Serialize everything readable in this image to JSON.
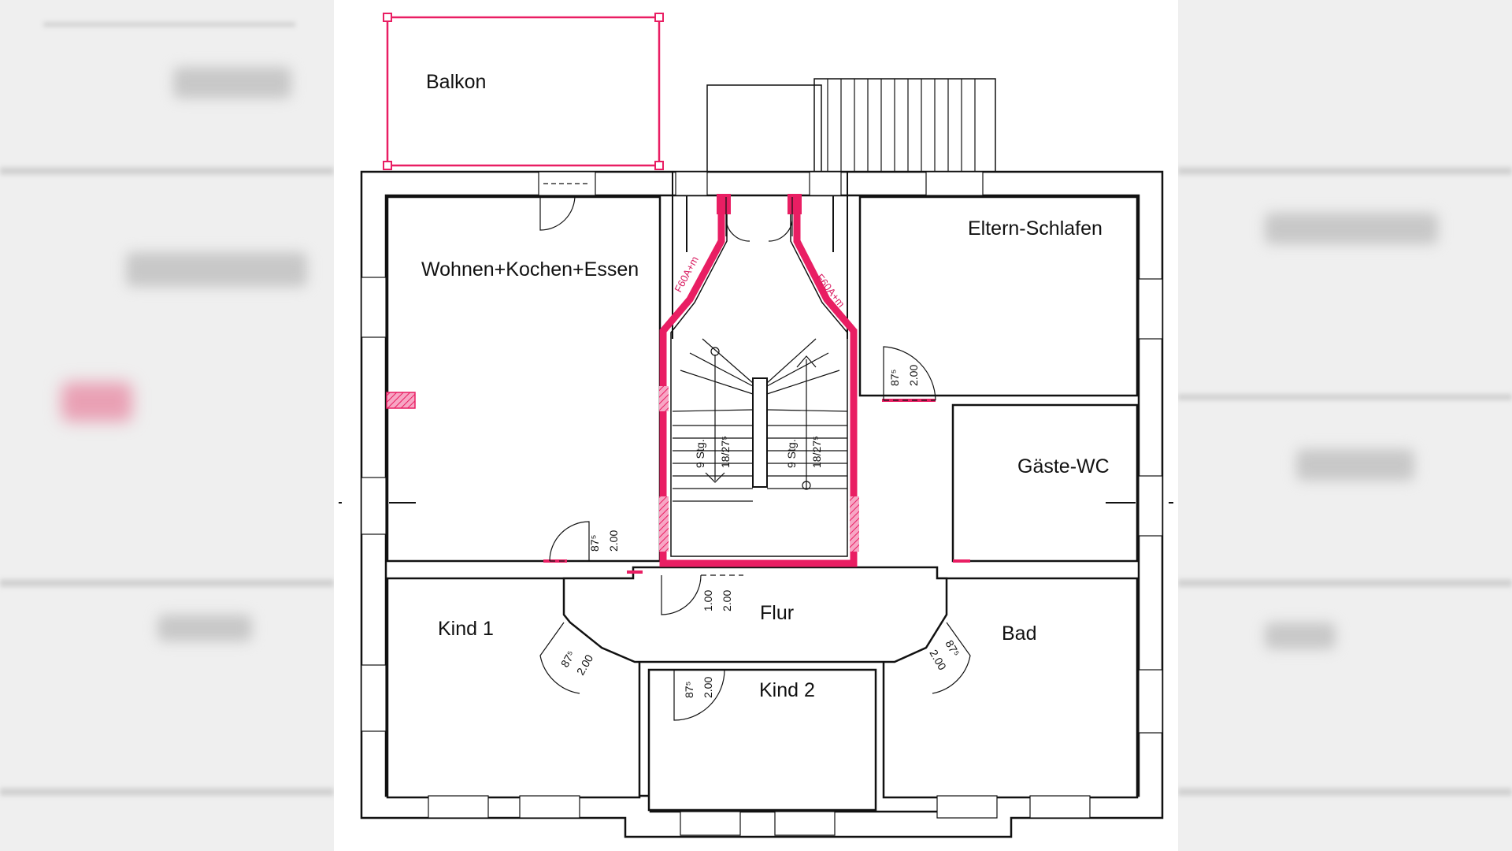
{
  "colors": {
    "wall": "#111111",
    "fire_wall": "#e91e63",
    "fire_fill": "#f7a6c4",
    "background": "#ffffff",
    "blur_backdrop": "#efefef"
  },
  "rooms": {
    "balkon": "Balkon",
    "wohnen": "Wohnen+Kochen+Essen",
    "eltern": "Eltern-Schlafen",
    "gaeste_wc": "Gäste-WC",
    "kind1": "Kind 1",
    "kind2": "Kind 2",
    "flur": "Flur",
    "bad": "Bad"
  },
  "fire_rating": {
    "left": "F60A+m",
    "right": "F60A+m"
  },
  "stairs": {
    "left_steps": "9 Stg.",
    "left_ratio": "18/27⁵",
    "right_steps": "9 Stg.",
    "right_ratio": "18/27⁵"
  },
  "door_dims": {
    "wohnen_w": "87⁵",
    "wohnen_h": "2.00",
    "eltern_w": "87⁵",
    "eltern_h": "2.00",
    "flur_w": "1.00",
    "flur_h": "2.00",
    "kind1_w": "87⁵",
    "kind1_h": "2.00",
    "kind2_w": "87⁵",
    "kind2_h": "2.00",
    "bad_w": "87⁵",
    "bad_h": "2.00"
  }
}
